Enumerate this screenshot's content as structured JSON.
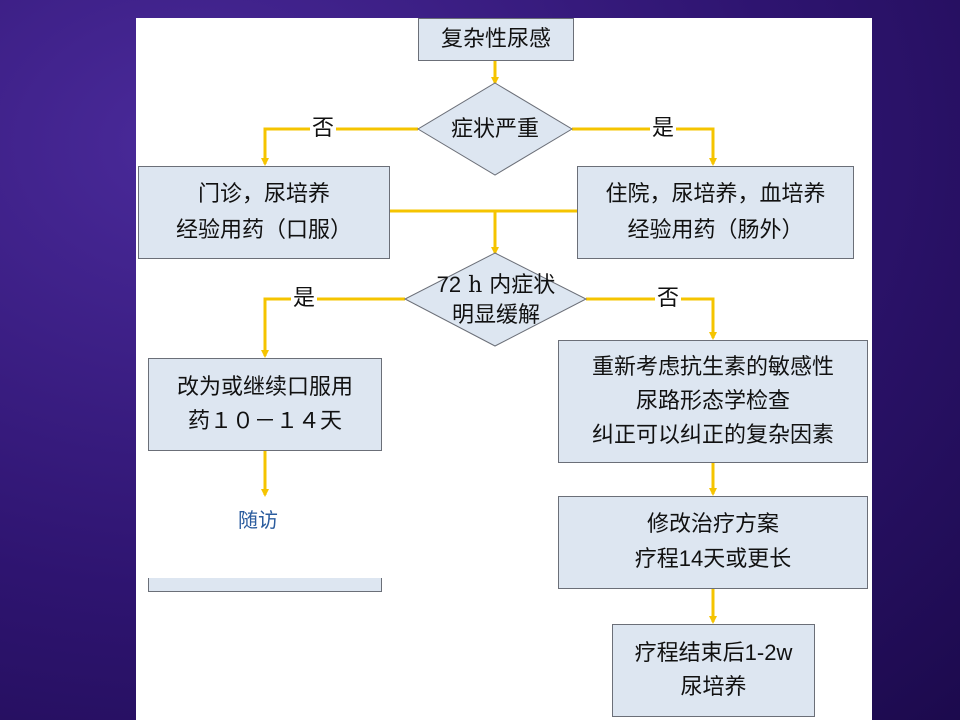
{
  "diagram": {
    "start": "复杂性尿感",
    "decision1": "症状严重",
    "decision1_no": "否",
    "decision1_yes": "是",
    "outpatient": {
      "line1": "门诊，尿培养",
      "line2": "经验用药（口服）"
    },
    "inpatient": {
      "line1": "住院，尿培养，血培养",
      "line2": "经验用药（肠外）"
    },
    "decision2": {
      "line1_num": "72",
      "line1_rest": " h 内症状",
      "line2": "明显缓解"
    },
    "decision2_yes": "是",
    "decision2_no": "否",
    "continue_oral": {
      "line1": "改为或继续口服用",
      "line2": "药１０－１４天"
    },
    "follow_up": "随访",
    "reconsider": {
      "line1": "重新考虑抗生素的敏感性",
      "line2": "尿路形态学检查",
      "line3": "纠正可以纠正的复杂因素"
    },
    "modify": {
      "line1": "修改治疗方案",
      "line2_a": "疗程",
      "line2_num": "14",
      "line2_b": "天或更长"
    },
    "after": {
      "line1_a": "疗程结束后",
      "line1_num": "1-2w",
      "line2": "尿培养"
    }
  },
  "colors": {
    "arrow": "#f5c400",
    "box_fill": "#dde6f1",
    "box_border": "#6b6f78",
    "followup_text": "#2b5c9e"
  }
}
